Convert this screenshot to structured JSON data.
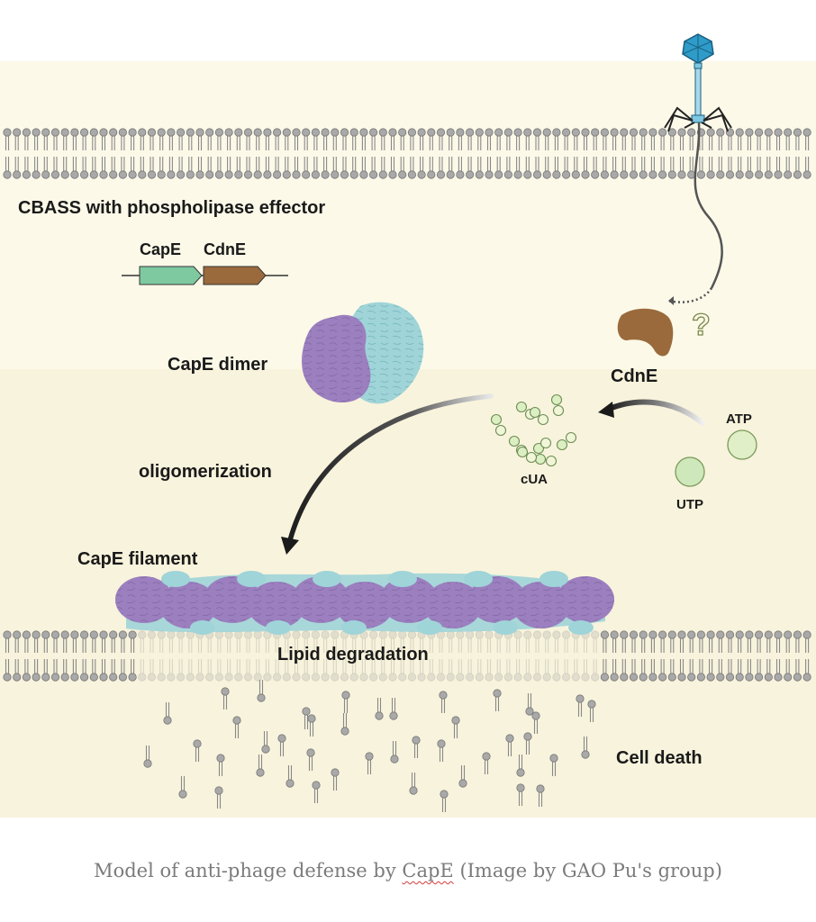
{
  "labels": {
    "title": "CBASS with phospholipase effector",
    "gene_cape": "CapE",
    "gene_cdne": "CdnE",
    "cape_dimer": "CapE dimer",
    "cdne": "CdnE",
    "question_mark": "?",
    "atp": "ATP",
    "utp": "UTP",
    "cua": "cUA",
    "oligomerization": "oligomerization",
    "cape_filament": "CapE filament",
    "lipid_degradation": "Lipid degradation",
    "cell_death": "Cell death"
  },
  "caption": {
    "before": "Model of anti-phage defense by ",
    "highlight": "CapE",
    "after": " (Image by GAO Pu's group)"
  },
  "colors": {
    "background_band": "#fbf7e2",
    "background_band_lower": "#f7f2d5",
    "lipid_head": "#a9a9a9",
    "capE": "#7fc9a0",
    "cdnE": "#9a6a3c",
    "dimer_purple": "#9b7fbf",
    "dimer_cyan": "#9fd4d8",
    "nucleotide": "#dcefc2",
    "arrow": "#2b2b2b",
    "phage_head": "#2f9bc8",
    "caption_text": "#7b7b7b"
  },
  "icons": [
    "phage-icon",
    "membrane-top",
    "membrane-bottom",
    "gene-arrow-cape",
    "gene-arrow-cdne",
    "cdne-protein-icon",
    "cape-dimer-icon",
    "cua-molecules",
    "atp-molecule",
    "utp-molecule",
    "cape-filament-icon",
    "free-lipids"
  ]
}
